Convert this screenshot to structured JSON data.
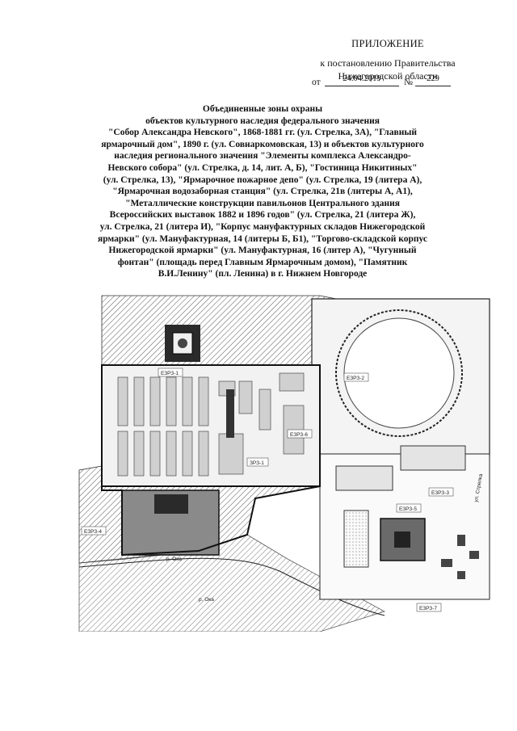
{
  "header": {
    "appendix_title": "ПРИЛОЖЕНИЕ",
    "ref_line1": "к постановлению Правительства",
    "ref_line2": "Нижегородской области",
    "date_prefix": "от",
    "date_value": "24.04.2019",
    "number_prefix": "№",
    "number_value": "229"
  },
  "title": {
    "lines": [
      "Объединенные зоны охраны",
      "объектов культурного наследия федерального значения",
      "\"Собор Александра Невского\", 1868-1881 гг. (ул. Стрелка, 3А), \"Главный",
      "ярмарочный дом\", 1890 г. (ул. Совнаркомовская, 13) и объектов культурного",
      "наследия регионального значения \"Элементы комплекса Александро-",
      "Невского собора\" (ул. Стрелка, д. 14, лит. А, Б), \"Гостиница Никитиных\"",
      "(ул. Стрелка, 13), \"Ярмарочное пожарное депо\" (ул. Стрелка, 19 (литера А),",
      "\"Ярмарочная водозаборная станция\" (ул. Стрелка, 21в (литеры А, А1),",
      "\"Металлические конструкции павильонов Центрального здания",
      "Всероссийских выставок 1882 и 1896 годов\" (ул. Стрелка, 21 (литера Ж),",
      "ул. Стрелка, 21 (литера И), \"Корпус мануфактурных складов Нижегородской",
      "ярмарки\" (ул. Мануфактурная, 14 (литеры Б, Б1), \"Торгово-складской корпус",
      "Нижегородской ярмарки\" (ул. Мануфактурная, 16 (литер А), \"Чугунный",
      "фонтан\" (площадь перед Главным Ярмарочным домом), \"Памятник",
      "В.И.Ленину\" (пл. Ленина) в г. Нижнем Новгороде"
    ]
  },
  "map": {
    "zone_labels": [
      "ЕЗРЗ-1",
      "ЕЗРЗ-2",
      "ЕЗРЗ-3",
      "ЕЗРЗ-4",
      "ЕЗРЗ-5",
      "ЗРЗ-1",
      "ЕЗРЗ-6",
      "ЕЗРЗ-7"
    ],
    "river_labels": [
      "р. Ока",
      "р. Ока"
    ],
    "street_label": "ул. Стрелка",
    "colors": {
      "ink": "#1a1a1a",
      "hatch": "#555555",
      "dark_block": "#2a2a2a",
      "grey_block": "#8a8a8a"
    }
  }
}
